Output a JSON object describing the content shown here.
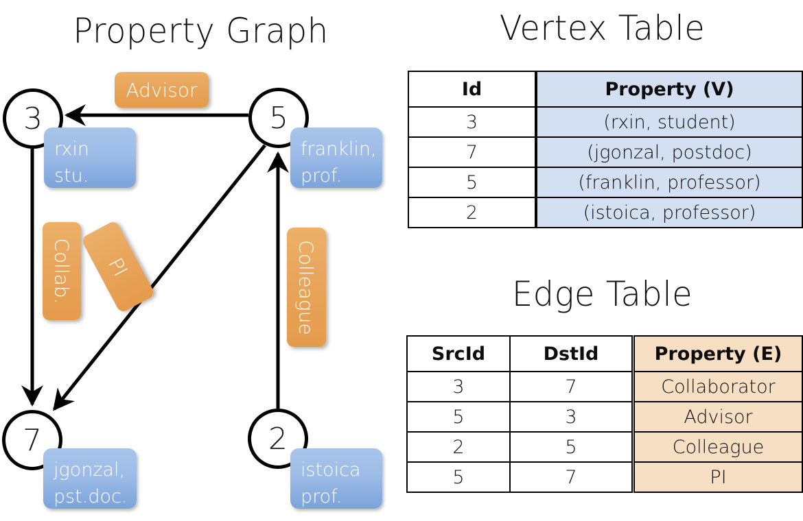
{
  "titles": {
    "property_graph": "Property Graph",
    "vertex_table": "Vertex Table",
    "edge_table": "Edge Table"
  },
  "graph": {
    "vertices": [
      {
        "id": "3",
        "name": "rxin",
        "role": "stu."
      },
      {
        "id": "5",
        "name": "franklin,",
        "role": "prof."
      },
      {
        "id": "7",
        "name": "jgonzal,",
        "role": "pst.doc."
      },
      {
        "id": "2",
        "name": "istoica",
        "role": "prof."
      }
    ],
    "edge_labels": {
      "advisor": "Advisor",
      "collab": "Collab.",
      "pi": "PI",
      "colleague": "Colleague"
    },
    "colors": {
      "vertex_box": "#9dbce7",
      "edge_label_box": "#e8a65c",
      "node_stroke": "#000000"
    }
  },
  "vertex_table": {
    "headers": {
      "id": "Id",
      "property": "Property (V)"
    },
    "rows": [
      {
        "id": "3",
        "property": "(rxin, student)"
      },
      {
        "id": "7",
        "property": "(jgonzal, postdoc)"
      },
      {
        "id": "5",
        "property": "(franklin, professor)"
      },
      {
        "id": "2",
        "property": "(istoica, professor)"
      }
    ],
    "header_fill": "#d3e0f2"
  },
  "edge_table": {
    "headers": {
      "src": "SrcId",
      "dst": "DstId",
      "property": "Property (E)"
    },
    "rows": [
      {
        "src": "3",
        "dst": "7",
        "property": "Collaborator"
      },
      {
        "src": "5",
        "dst": "3",
        "property": "Advisor"
      },
      {
        "src": "2",
        "dst": "5",
        "property": "Colleague"
      },
      {
        "src": "5",
        "dst": "7",
        "property": "PI"
      }
    ],
    "header_fill": "#f7dfc4"
  }
}
